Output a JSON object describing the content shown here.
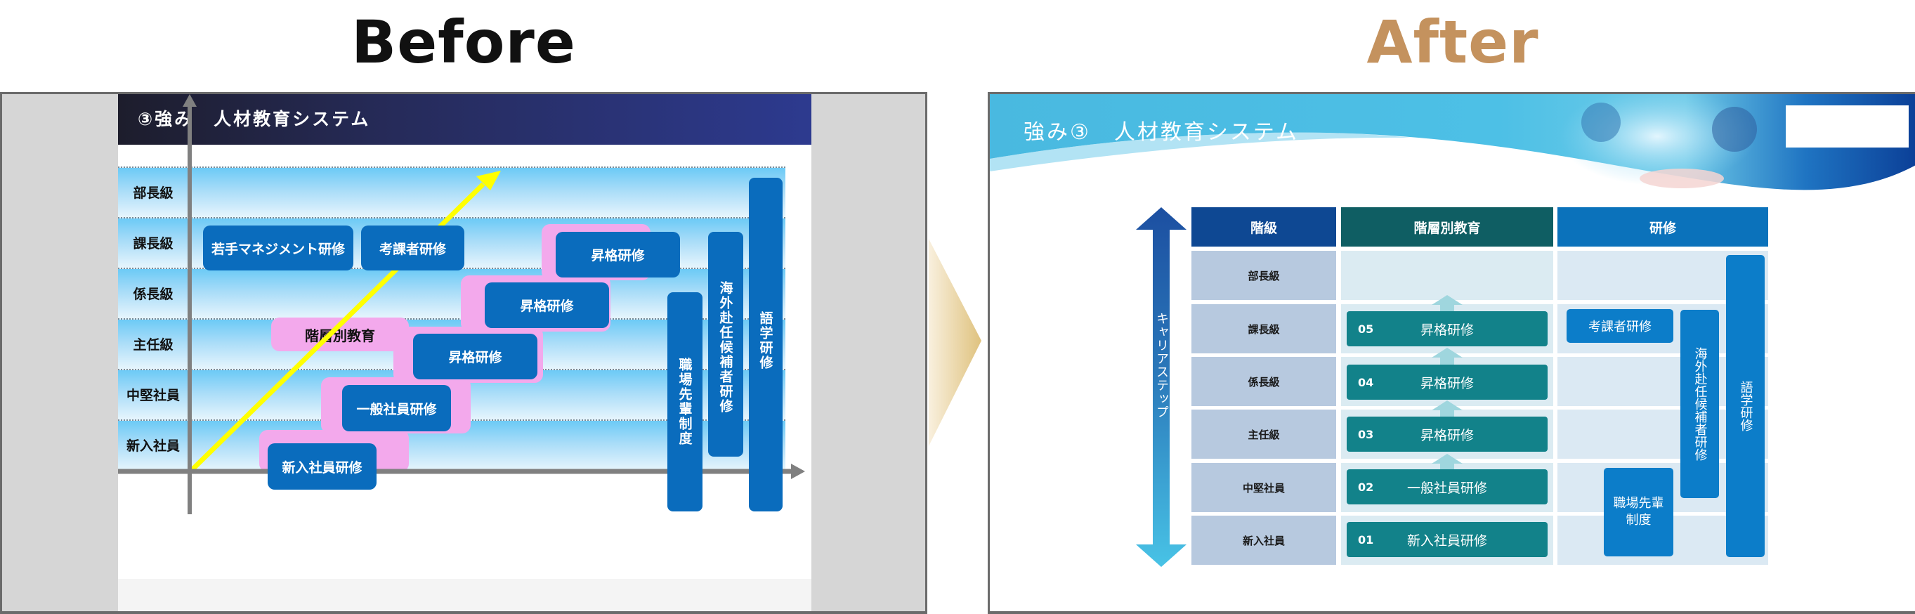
{
  "comparison": {
    "before_label": "Before",
    "after_label": "After",
    "colors": {
      "before_label": "#111111",
      "after_label": "#c4925e",
      "chevron": "#dfc27e"
    }
  },
  "before": {
    "title": "③強み　人材教育システム",
    "grades": [
      "部長級",
      "課長級",
      "係長級",
      "主任級",
      "中堅社員",
      "新入社員"
    ],
    "tier_label": "階層別教育",
    "tier_steps": [
      "新入社員研修",
      "一般社員研修",
      "昇格研修",
      "昇格研修",
      "昇格研修"
    ],
    "other_trainings": {
      "young_management": "若手マネジメント研修",
      "evaluator": "考課者研修",
      "mentor_system": "職場先輩制度",
      "overseas": "海外赴任候補者研修",
      "language": "語学研修"
    },
    "colors": {
      "box": "#0a6cbd",
      "staircase": "#f3a9ec",
      "growth_arrow": "#ffff00",
      "header_start": "#1d1d2c",
      "header_end": "#2d3a8f"
    }
  },
  "after": {
    "title": "強み③　人材教育システム",
    "career_arrow_label": "キャリアステップ",
    "table": {
      "headers": [
        "階級",
        "階層別教育",
        "研修"
      ],
      "grades": [
        "部長級",
        "課長級",
        "係長級",
        "主任級",
        "中堅社員",
        "新入社員"
      ],
      "steps": [
        {
          "num": "05",
          "label": "昇格研修"
        },
        {
          "num": "04",
          "label": "昇格研修"
        },
        {
          "num": "03",
          "label": "昇格研修"
        },
        {
          "num": "02",
          "label": "一般社員研修"
        },
        {
          "num": "01",
          "label": "新入社員研修"
        }
      ],
      "trainings": {
        "evaluator": "考課者研修",
        "mentor_system": "職場先輩制度",
        "overseas": "海外赴任候補者研修",
        "language": "語学研修"
      }
    },
    "colors": {
      "header_grade": "#0e4893",
      "header_tier": "#0f5e63",
      "header_training": "#0b72bb",
      "step": "#12828a",
      "training_box": "#0c7dc9",
      "grade_cell": "#b7c9df"
    }
  }
}
